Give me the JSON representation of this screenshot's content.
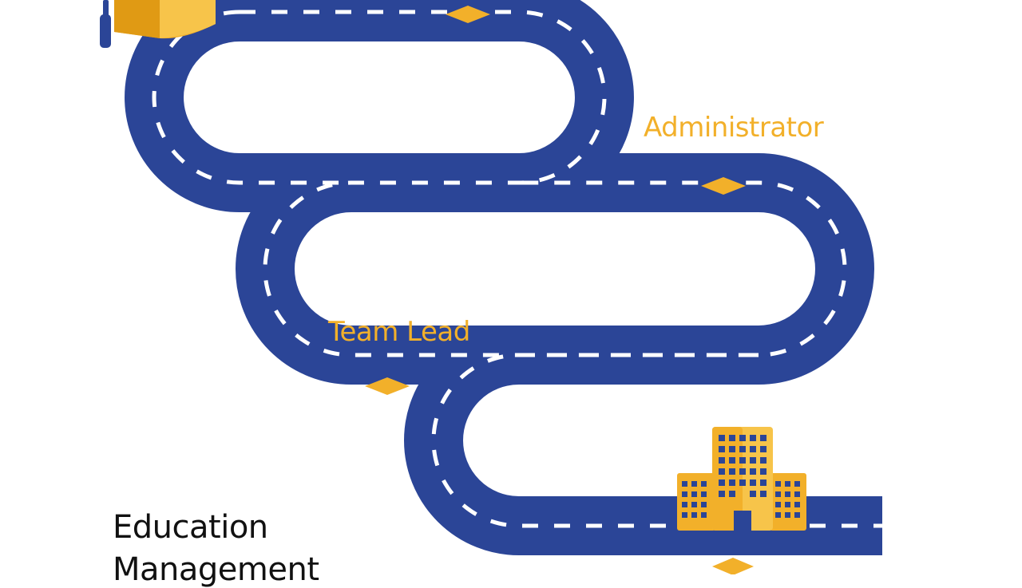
{
  "diagram": {
    "title_lines": [
      "Education",
      "Management"
    ],
    "stages": [
      {
        "label": "Administrator"
      },
      {
        "label": "Team Lead"
      }
    ],
    "icons": {
      "start": "graduation-cap-icon",
      "end": "office-building-icon",
      "milestone": "diamond-marker-icon"
    },
    "colors": {
      "road": "#2B4597",
      "lane_marking": "#FFFFFF",
      "accent": "#F2B02A",
      "title": "#111111",
      "background": "#FFFFFF"
    }
  }
}
